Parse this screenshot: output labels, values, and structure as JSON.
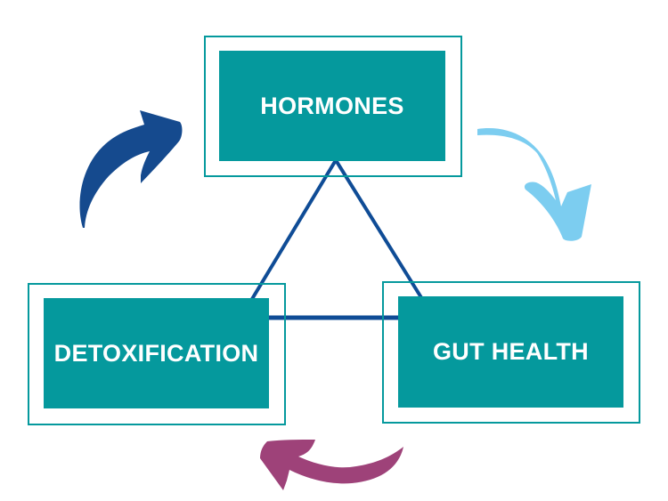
{
  "nodes": [
    {
      "id": "hormones",
      "label": "HORMONES"
    },
    {
      "id": "detoxification",
      "label": "DETOXIFICATION"
    },
    {
      "id": "gut_health",
      "label": "GUT HEALTH"
    }
  ],
  "colors": {
    "box": "#05999d",
    "triangle": "#0f4c96",
    "arrow_top_left": "#154a8e",
    "arrow_top_right": "#7ccdf0",
    "arrow_bottom": "#9e4279"
  }
}
